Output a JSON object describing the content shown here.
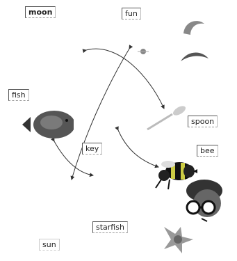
{
  "words": {
    "moon": "moon",
    "fun": "fun",
    "fish": "fish",
    "key": "key",
    "spoon": "spoon",
    "bee": "bee",
    "starfish": "starfish",
    "sun": "sun"
  },
  "pictures": [
    "fish-picture-icon",
    "bee-picture-icon",
    "spoon-picture-icon",
    "moon-picture-icon",
    "sun-picture-icon",
    "boy-with-glasses-icon",
    "starfish-picture-icon"
  ],
  "colors": {
    "ink": "#222222",
    "arrow": "#333333",
    "fish": "#555555",
    "bee_yellow": "#cccc44"
  }
}
